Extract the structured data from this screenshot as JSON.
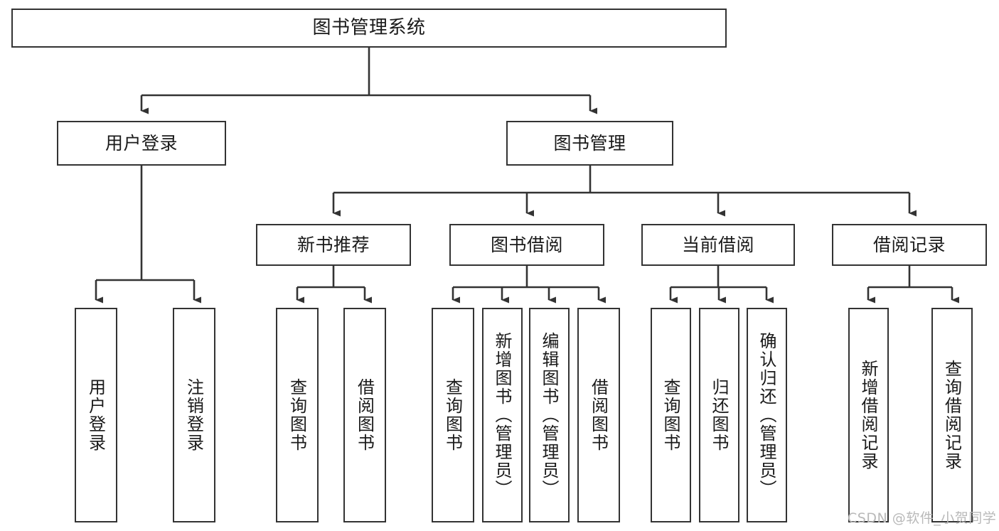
{
  "diagram": {
    "type": "tree-hierarchy",
    "title": "图书管理系统",
    "watermark": "CSDN @软件_小贺同学",
    "colors": {
      "box_border": "#333333",
      "box_fill": "#ffffff",
      "edge": "#333333",
      "text": "#1a1a1a",
      "watermark": "#b9b9b9",
      "background": "#ffffff"
    },
    "nodes": {
      "root": {
        "label": "图书管理系统"
      },
      "level2": [
        {
          "id": "user-login",
          "label": "用户登录"
        },
        {
          "id": "book-manage",
          "label": "图书管理"
        }
      ],
      "level3": [
        {
          "id": "new-book-recommend",
          "label": "新书推荐",
          "parent": "book-manage"
        },
        {
          "id": "book-borrow",
          "label": "图书借阅",
          "parent": "book-manage"
        },
        {
          "id": "current-borrow",
          "label": "当前借阅",
          "parent": "book-manage"
        },
        {
          "id": "borrow-record",
          "label": "借阅记录",
          "parent": "book-manage"
        }
      ],
      "leaves": [
        {
          "id": "leaf-user-login",
          "label": "用户登录",
          "parent": "user-login"
        },
        {
          "id": "leaf-logout",
          "label": "注销登录",
          "parent": "user-login"
        },
        {
          "id": "leaf-query-book-1",
          "label": "查询图书",
          "parent": "new-book-recommend"
        },
        {
          "id": "leaf-borrow-book-1",
          "label": "借阅图书",
          "parent": "new-book-recommend"
        },
        {
          "id": "leaf-query-book-2",
          "label": "查询图书",
          "parent": "book-borrow"
        },
        {
          "id": "leaf-add-book",
          "label": "新增图书（管理员）",
          "parent": "book-borrow"
        },
        {
          "id": "leaf-edit-book",
          "label": "编辑图书（管理员）",
          "parent": "book-borrow"
        },
        {
          "id": "leaf-borrow-book-2",
          "label": "借阅图书",
          "parent": "book-borrow"
        },
        {
          "id": "leaf-query-book-3",
          "label": "查询图书",
          "parent": "current-borrow"
        },
        {
          "id": "leaf-return-book",
          "label": "归还图书",
          "parent": "current-borrow"
        },
        {
          "id": "leaf-confirm-return",
          "label": "确认归还（管理员）",
          "parent": "current-borrow"
        },
        {
          "id": "leaf-add-record",
          "label": "新增借阅记录",
          "parent": "borrow-record"
        },
        {
          "id": "leaf-query-record",
          "label": "查询借阅记录",
          "parent": "borrow-record"
        }
      ]
    }
  }
}
